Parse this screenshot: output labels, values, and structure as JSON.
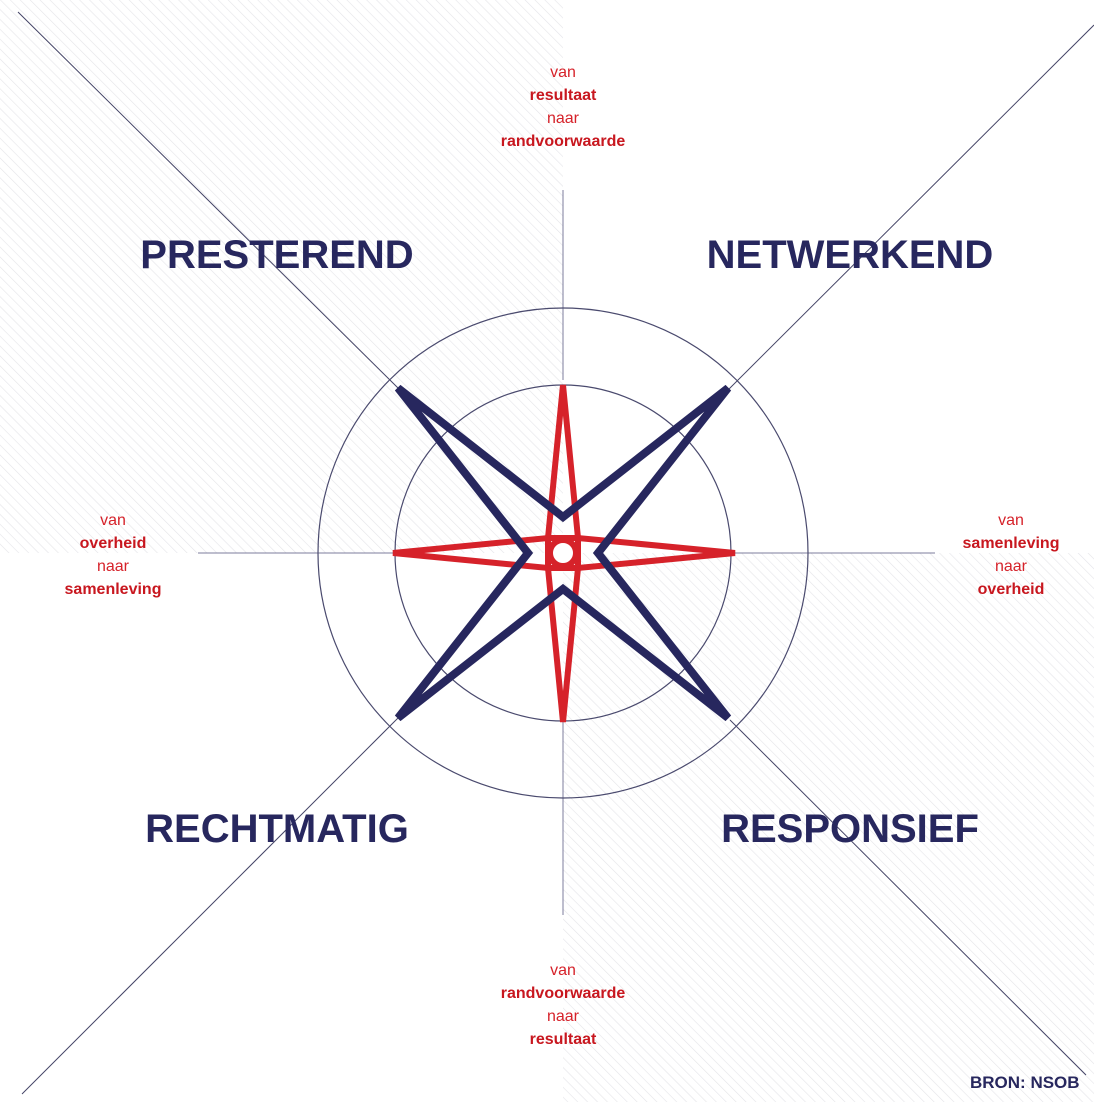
{
  "quadrants": {
    "top_left": "PRESTEREND",
    "top_right": "NETWERKEND",
    "bottom_left": "RECHTMATIG",
    "bottom_right": "RESPONSIEF"
  },
  "axis_labels": {
    "top": {
      "from_word": "van",
      "from": "resultaat",
      "to_word": "naar",
      "to": "randvoorwaarde"
    },
    "bottom": {
      "from_word": "van",
      "from": "randvoorwaarde",
      "to_word": "naar",
      "to": "resultaat"
    },
    "left": {
      "from_word": "van",
      "from": "overheid",
      "to_word": "naar",
      "to": "samenleving"
    },
    "right": {
      "from_word": "van",
      "from": "samenleving",
      "to_word": "naar",
      "to": "overheid"
    }
  },
  "source": "BRON: NSOB",
  "colors": {
    "navy": "#27275e",
    "red": "#d6222a",
    "hatch": "#e6e6e6",
    "line": "#7a7a9a"
  }
}
